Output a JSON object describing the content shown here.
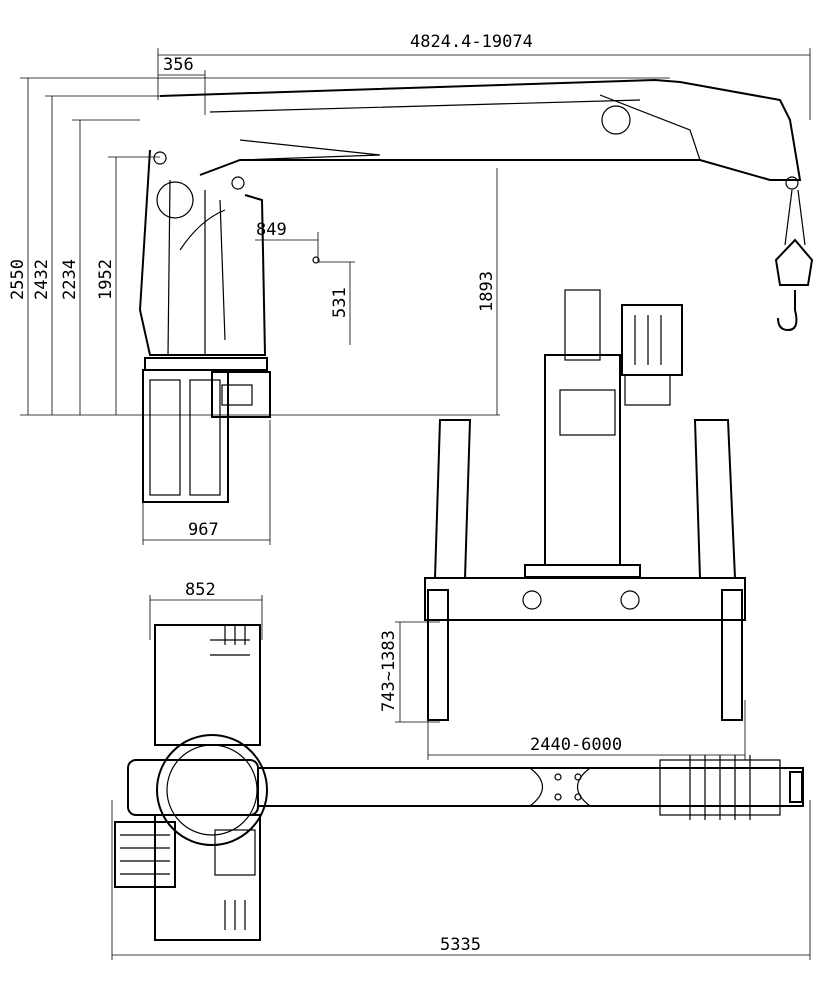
{
  "side_view": {
    "reach": "4824.4-19074",
    "column_offset": "356",
    "height_max": "2550",
    "height_2": "2432",
    "height_3": "2234",
    "height_4": "1952",
    "pivot_offset": "849",
    "pivot_height": "531",
    "boom_height": "1893",
    "base_width": "967"
  },
  "rear_view": {
    "outrigger_stroke": "743~1383",
    "outrigger_span": "2440-6000"
  },
  "top_view": {
    "base_depth": "852",
    "total_length": "5335"
  }
}
